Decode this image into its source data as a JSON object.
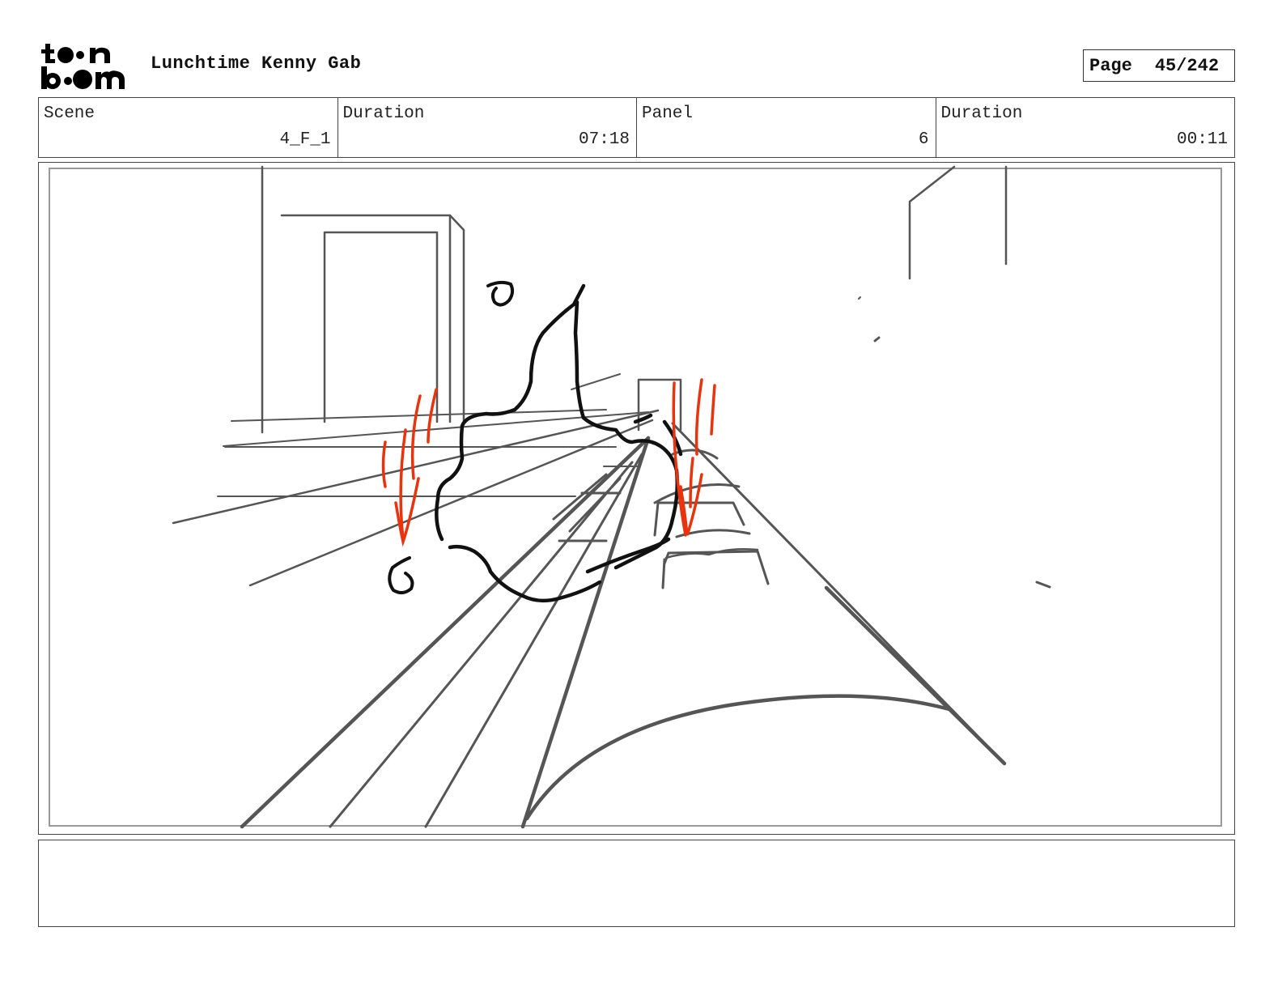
{
  "header": {
    "logo_text": "toon boom",
    "project_title": "Lunchtime Kenny Gab",
    "page_label": "Page",
    "page_value": "45/242"
  },
  "info": {
    "scene_label": "Scene",
    "scene_value": "4_F_1",
    "scene_duration_label": "Duration",
    "scene_duration_value": "07:18",
    "panel_label": "Panel",
    "panel_value": "6",
    "panel_duration_label": "Duration",
    "panel_duration_value": "00:11"
  },
  "panel": {
    "sketch_colors": {
      "line": "#555555",
      "ink": "#111111",
      "accent": "#e8330f"
    }
  },
  "notes": {
    "text": ""
  }
}
